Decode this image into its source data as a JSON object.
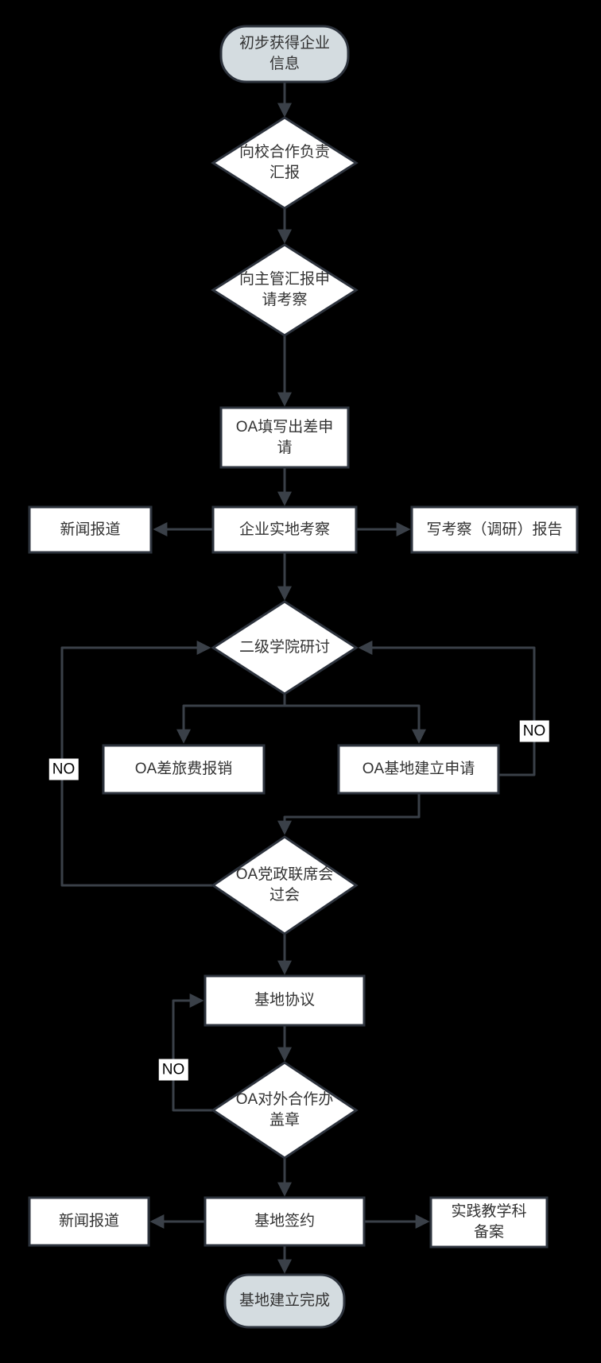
{
  "colors": {
    "background": "#000000",
    "node_fill": "#ffffff",
    "terminal_fill": "#d4dce0",
    "border": "#2d333d",
    "line": "#3a4048",
    "text": "#333333",
    "edge_label_bg": "#ffffff",
    "edge_label_text": "#000000"
  },
  "flow": {
    "nodes": {
      "start": {
        "shape": "terminal",
        "lines": [
          "初步获得企业",
          "信息"
        ]
      },
      "report_school": {
        "shape": "decision",
        "lines": [
          "向校合作负责",
          "汇报"
        ]
      },
      "report_supervisor": {
        "shape": "decision",
        "lines": [
          "向主管汇报申",
          "请考察"
        ]
      },
      "oa_travel_request": {
        "shape": "process",
        "lines": [
          "OA填写出差申",
          "请"
        ]
      },
      "news_report_1": {
        "shape": "process",
        "lines": [
          "新闻报道"
        ]
      },
      "site_visit": {
        "shape": "process",
        "lines": [
          "企业实地考察"
        ]
      },
      "write_report": {
        "shape": "process",
        "lines": [
          "写考察（调研）报告"
        ]
      },
      "college_discussion": {
        "shape": "decision",
        "lines": [
          "二级学院研讨"
        ]
      },
      "oa_expense": {
        "shape": "process",
        "lines": [
          "OA差旅费报销"
        ]
      },
      "oa_base_application": {
        "shape": "process",
        "lines": [
          "OA基地建立申请"
        ]
      },
      "oa_joint_meeting": {
        "shape": "decision",
        "lines": [
          "OA党政联席会",
          "过会"
        ]
      },
      "base_agreement": {
        "shape": "process",
        "lines": [
          "基地协议"
        ]
      },
      "oa_seal": {
        "shape": "decision",
        "lines": [
          "OA对外合作办",
          "盖章"
        ]
      },
      "news_report_2": {
        "shape": "process",
        "lines": [
          "新闻报道"
        ]
      },
      "base_signing": {
        "shape": "process",
        "lines": [
          "基地签约"
        ]
      },
      "teaching_filing": {
        "shape": "process",
        "lines": [
          "实践教学科",
          "备案"
        ]
      },
      "end": {
        "shape": "terminal",
        "lines": [
          "基地建立完成"
        ]
      }
    },
    "edges": [
      {
        "from": "start",
        "to": "report_school",
        "label": ""
      },
      {
        "from": "report_school",
        "to": "report_supervisor",
        "label": ""
      },
      {
        "from": "report_supervisor",
        "to": "oa_travel_request",
        "label": ""
      },
      {
        "from": "oa_travel_request",
        "to": "site_visit",
        "label": ""
      },
      {
        "from": "site_visit",
        "to": "news_report_1",
        "label": ""
      },
      {
        "from": "site_visit",
        "to": "write_report",
        "label": ""
      },
      {
        "from": "site_visit",
        "to": "college_discussion",
        "label": ""
      },
      {
        "from": "college_discussion",
        "to": "oa_expense",
        "label": ""
      },
      {
        "from": "college_discussion",
        "to": "oa_base_application",
        "label": ""
      },
      {
        "from": "oa_base_application",
        "to": "oa_joint_meeting",
        "label": ""
      },
      {
        "from": "oa_base_application",
        "to": "college_discussion",
        "label": "NO"
      },
      {
        "from": "oa_joint_meeting",
        "to": "college_discussion",
        "label": "NO"
      },
      {
        "from": "oa_joint_meeting",
        "to": "base_agreement",
        "label": ""
      },
      {
        "from": "base_agreement",
        "to": "oa_seal",
        "label": ""
      },
      {
        "from": "oa_seal",
        "to": "base_agreement",
        "label": "NO"
      },
      {
        "from": "oa_seal",
        "to": "base_signing",
        "label": ""
      },
      {
        "from": "base_signing",
        "to": "news_report_2",
        "label": ""
      },
      {
        "from": "base_signing",
        "to": "teaching_filing",
        "label": ""
      },
      {
        "from": "base_signing",
        "to": "end",
        "label": ""
      }
    ]
  }
}
